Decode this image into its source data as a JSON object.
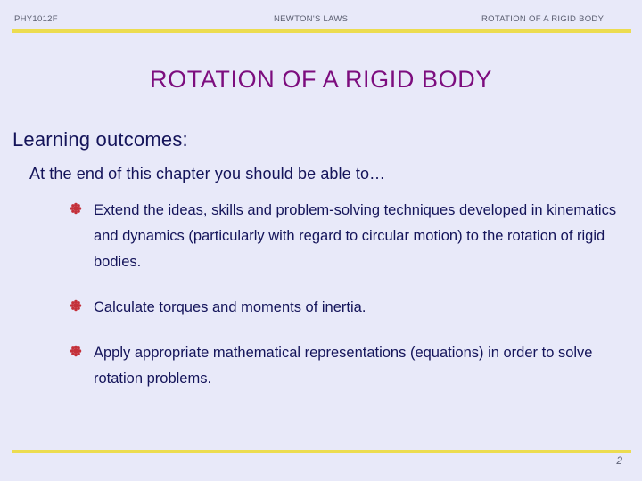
{
  "header": {
    "left": "PHY1012F",
    "center": "NEWTON'S LAWS",
    "right": "ROTATION OF A RIGID BODY"
  },
  "title": "ROTATION OF A RIGID BODY",
  "body": {
    "heading": "Learning outcomes:",
    "subheading": "At the end of this chapter you should be able to…",
    "bullets": [
      {
        "marker": "flower-bullet-icon",
        "text": "Extend the ideas, skills and problem-solving techniques developed in kinematics and dynamics (particularly with regard to circular motion) to the rotation of rigid bodies."
      },
      {
        "marker": "flower-bullet-icon",
        "text": "Calculate torques and moments of inertia."
      },
      {
        "marker": "flower-bullet-icon",
        "text": "Apply appropriate mathematical representations (equations) in order to solve rotation problems."
      }
    ]
  },
  "footer": {
    "page_number": "2"
  },
  "colors": {
    "background": "#e8e9f9",
    "rule": "#ecdc50",
    "title": "#7c0d7e",
    "body_text": "#14145a",
    "header_text": "#585c6e",
    "bullet": "#c4303a",
    "page_number": "#61657a"
  }
}
